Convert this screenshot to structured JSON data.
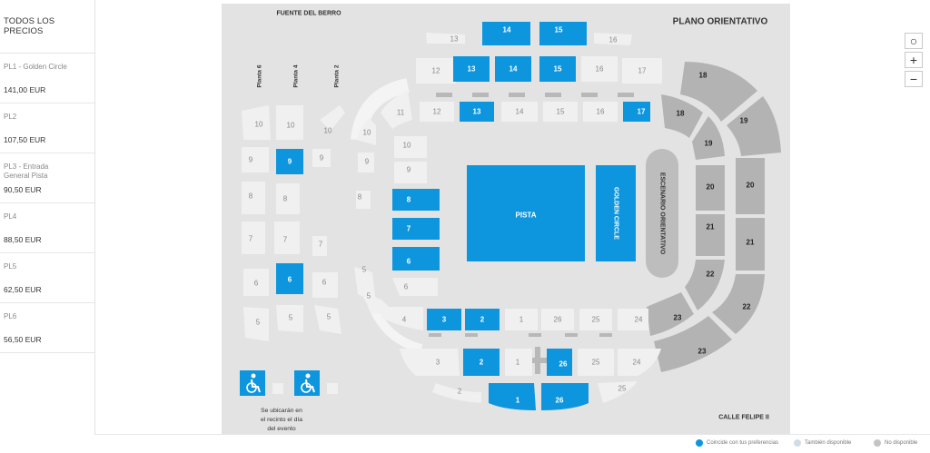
{
  "sidebar": {
    "header": "TODOS LOS PRECIOS",
    "tiers": [
      {
        "name": "PL1 - Golden Circle",
        "price": "141,00 EUR"
      },
      {
        "name": "PL2",
        "price": "107,50 EUR"
      },
      {
        "name": "PL3 - Entrada General Pista",
        "price": "90,50 EUR"
      },
      {
        "name": "PL4",
        "price": "88,50 EUR"
      },
      {
        "name": "PL5",
        "price": "62,50 EUR"
      },
      {
        "name": "PL6",
        "price": "56,50 EUR"
      }
    ]
  },
  "map": {
    "title": "PLANO ORIENTATIVO",
    "street_top": "FUENTE DEL BERRO",
    "street_bottom": "CALLE FELIPE II",
    "floors": [
      "Planta 6",
      "Planta 4",
      "Planta 2"
    ],
    "pista": "PISTA",
    "golden": "GOLDEN CIRCLE",
    "stage": "ESCENARIO ORIENTATIVO",
    "accessibility_note": "Se ubicarán en el recinto el día del evento",
    "colors": {
      "match": "#0d96de",
      "available": "#d0dde6",
      "unavailable": "#b3b3b3",
      "default": "#f0f0f0"
    },
    "sections": [
      {
        "label": "13",
        "state": "default"
      },
      {
        "label": "14",
        "state": "match"
      },
      {
        "label": "15",
        "state": "match"
      },
      {
        "label": "16",
        "state": "default"
      },
      {
        "label": "12",
        "state": "default"
      },
      {
        "label": "13",
        "state": "match"
      },
      {
        "label": "14",
        "state": "match"
      },
      {
        "label": "15",
        "state": "match"
      },
      {
        "label": "16",
        "state": "default"
      },
      {
        "label": "17",
        "state": "default"
      },
      {
        "label": "11",
        "state": "default"
      },
      {
        "label": "12",
        "state": "default"
      },
      {
        "label": "13",
        "state": "match"
      },
      {
        "label": "14",
        "state": "default"
      },
      {
        "label": "15",
        "state": "default"
      },
      {
        "label": "16",
        "state": "default"
      },
      {
        "label": "17",
        "state": "match"
      },
      {
        "label": "18",
        "state": "unavailable"
      },
      {
        "label": "18",
        "state": "unavailable"
      },
      {
        "label": "19",
        "state": "unavailable"
      },
      {
        "label": "19",
        "state": "unavailable"
      },
      {
        "label": "20",
        "state": "unavailable"
      },
      {
        "label": "20",
        "state": "unavailable"
      },
      {
        "label": "21",
        "state": "unavailable"
      },
      {
        "label": "21",
        "state": "unavailable"
      },
      {
        "label": "22",
        "state": "unavailable"
      },
      {
        "label": "22",
        "state": "unavailable"
      },
      {
        "label": "23",
        "state": "unavailable"
      },
      {
        "label": "23",
        "state": "unavailable"
      },
      {
        "label": "10",
        "state": "default"
      },
      {
        "label": "10",
        "state": "default"
      },
      {
        "label": "10",
        "state": "default"
      },
      {
        "label": "10",
        "state": "default"
      },
      {
        "label": "10",
        "state": "default"
      },
      {
        "label": "9",
        "state": "default"
      },
      {
        "label": "9",
        "state": "match"
      },
      {
        "label": "9",
        "state": "default"
      },
      {
        "label": "9",
        "state": "default"
      },
      {
        "label": "9",
        "state": "default"
      },
      {
        "label": "8",
        "state": "default"
      },
      {
        "label": "8",
        "state": "default"
      },
      {
        "label": "8",
        "state": "default"
      },
      {
        "label": "8",
        "state": "match"
      },
      {
        "label": "7",
        "state": "default"
      },
      {
        "label": "7",
        "state": "default"
      },
      {
        "label": "7",
        "state": "default"
      },
      {
        "label": "7",
        "state": "match"
      },
      {
        "label": "6",
        "state": "default"
      },
      {
        "label": "6",
        "state": "match"
      },
      {
        "label": "6",
        "state": "default"
      },
      {
        "label": "6",
        "state": "match"
      },
      {
        "label": "6",
        "state": "default"
      },
      {
        "label": "5",
        "state": "default"
      },
      {
        "label": "5",
        "state": "default"
      },
      {
        "label": "5",
        "state": "default"
      },
      {
        "label": "5",
        "state": "default"
      },
      {
        "label": "5",
        "state": "default"
      },
      {
        "label": "4",
        "state": "default"
      },
      {
        "label": "3",
        "state": "match"
      },
      {
        "label": "2",
        "state": "match"
      },
      {
        "label": "1",
        "state": "default"
      },
      {
        "label": "26",
        "state": "default"
      },
      {
        "label": "25",
        "state": "default"
      },
      {
        "label": "24",
        "state": "default"
      },
      {
        "label": "3",
        "state": "default"
      },
      {
        "label": "2",
        "state": "match"
      },
      {
        "label": "1",
        "state": "default"
      },
      {
        "label": "26",
        "state": "match"
      },
      {
        "label": "25",
        "state": "default"
      },
      {
        "label": "24",
        "state": "default"
      },
      {
        "label": "2",
        "state": "default"
      },
      {
        "label": "1",
        "state": "match"
      },
      {
        "label": "26",
        "state": "match"
      },
      {
        "label": "25",
        "state": "default"
      }
    ]
  },
  "controls": {
    "reset": "○",
    "zoom_in": "+",
    "zoom_out": "−"
  },
  "legend": [
    {
      "label": "Coincide con tus preferencias",
      "color": "#0d96de"
    },
    {
      "label": "También disponible",
      "color": "#d0dde6"
    },
    {
      "label": "No disponible",
      "color": "#c4c4c4"
    }
  ]
}
